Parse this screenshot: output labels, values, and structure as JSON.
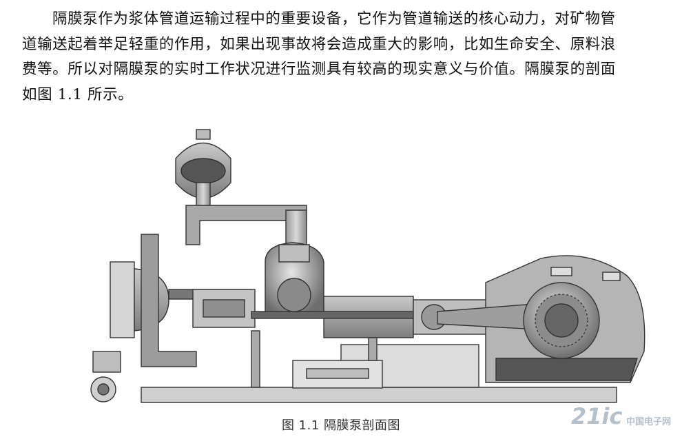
{
  "paragraph": {
    "lines": [
      "隔膜泵作为浆体管道运输过程中的重要设备，它作为管道输送的核心动力，对矿物管",
      "道输送起着举足轻重的作用，如果出现事故将会造成重大的影响，比如生命安全、原料浪",
      "费等。所以对隔膜泵的实时工作状况进行监测具有较高的现实意义与价值。隔膜泵的剖面",
      "如图 1.1 所示。"
    ]
  },
  "figure": {
    "caption": "图 1.1 隔膜泵剖面图"
  },
  "watermark": {
    "logo": "21ic",
    "text": "中国电子网"
  }
}
